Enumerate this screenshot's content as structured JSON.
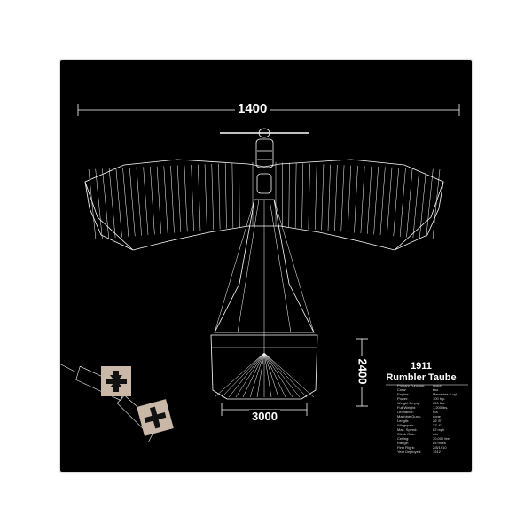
{
  "dimensions": {
    "wingspan": "1400",
    "tail_height": "2400",
    "tail_width": "3000"
  },
  "spec": {
    "year": "1911",
    "name": "Rumbler Taube",
    "rows": [
      {
        "k": "Primary Function:",
        "v": "scout"
      },
      {
        "k": "Crew:",
        "v": "two"
      },
      {
        "k": "Engine:",
        "v": "Mercedes 6-cyl."
      },
      {
        "k": "Power:",
        "v": "100 h.p."
      },
      {
        "k": "Weight Empty:",
        "v": "850 lbs."
      },
      {
        "k": "Full Weight:",
        "v": "1,200 lbs."
      },
      {
        "k": "Ordnance:",
        "v": "n/a"
      },
      {
        "k": "Machine Guns:",
        "v": "none"
      },
      {
        "k": "Length:",
        "v": "26' 8\""
      },
      {
        "k": "Wingspan:",
        "v": "32' 4\""
      },
      {
        "k": "Max. Speed:",
        "v": "62 mph"
      },
      {
        "k": "Climb Rate:",
        "v": "n/a"
      },
      {
        "k": "Ceiling:",
        "v": "10,000 feet"
      },
      {
        "k": "Range:",
        "v": "85 miles"
      },
      {
        "k": "First Flight:",
        "v": "2/8/1910"
      },
      {
        "k": "Year Deployed:",
        "v": "1912"
      }
    ]
  },
  "colors": {
    "background": "#000000",
    "lines": "#ffffff",
    "badge_bg": "#c9b8a8"
  }
}
